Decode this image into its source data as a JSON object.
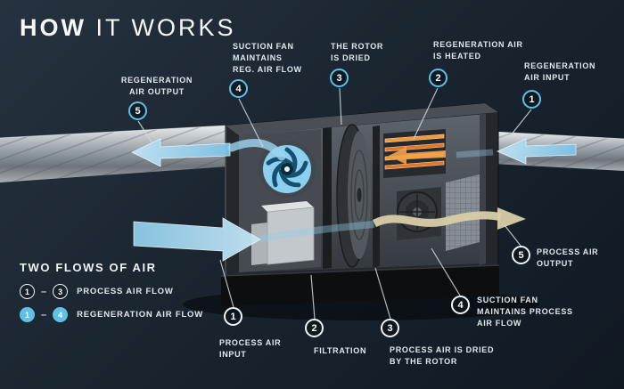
{
  "title": {
    "emphasis": "HOW",
    "rest": " IT WORKS"
  },
  "colors": {
    "bg-top": "#26323f",
    "bg-bottom": "#101922",
    "accent": "#5fc0e8",
    "text": "#e4eaef",
    "heater-orange": "#f09a3e",
    "process-output-tan": "#d9cda6"
  },
  "legend": {
    "heading": "TWO FLOWS OF AIR",
    "rows": [
      {
        "from": "1",
        "to": "3",
        "label": "PROCESS AIR FLOW"
      },
      {
        "from": "1",
        "to": "4",
        "label": "REGENERATION AIR FLOW"
      }
    ]
  },
  "callouts": {
    "regen_output": {
      "num": "5",
      "label": "REGENERATION\nAIR OUTPUT"
    },
    "regen_fan": {
      "num": "4",
      "label": "SUCTION FAN\nMAINTAINS\nREG. AIR FLOW"
    },
    "rotor_dried": {
      "num": "3",
      "label": "THE ROTOR\nIS DRIED"
    },
    "regen_heated": {
      "num": "2",
      "label": "REGENERATION AIR\nIS HEATED"
    },
    "regen_input": {
      "num": "1",
      "label": "REGENERATION\nAIR INPUT"
    },
    "process_input": {
      "num": "1",
      "label": "PROCESS AIR\nINPUT"
    },
    "filtration": {
      "num": "2",
      "label": "FILTRATION"
    },
    "process_dried": {
      "num": "3",
      "label": "PROCESS AIR IS DRIED\nBY THE ROTOR"
    },
    "process_fan": {
      "num": "4",
      "label": "SUCTION FAN\nMAINTAINS PROCESS\nAIR FLOW"
    },
    "process_output": {
      "num": "5",
      "label": "PROCESS AIR\nOUTPUT"
    }
  }
}
